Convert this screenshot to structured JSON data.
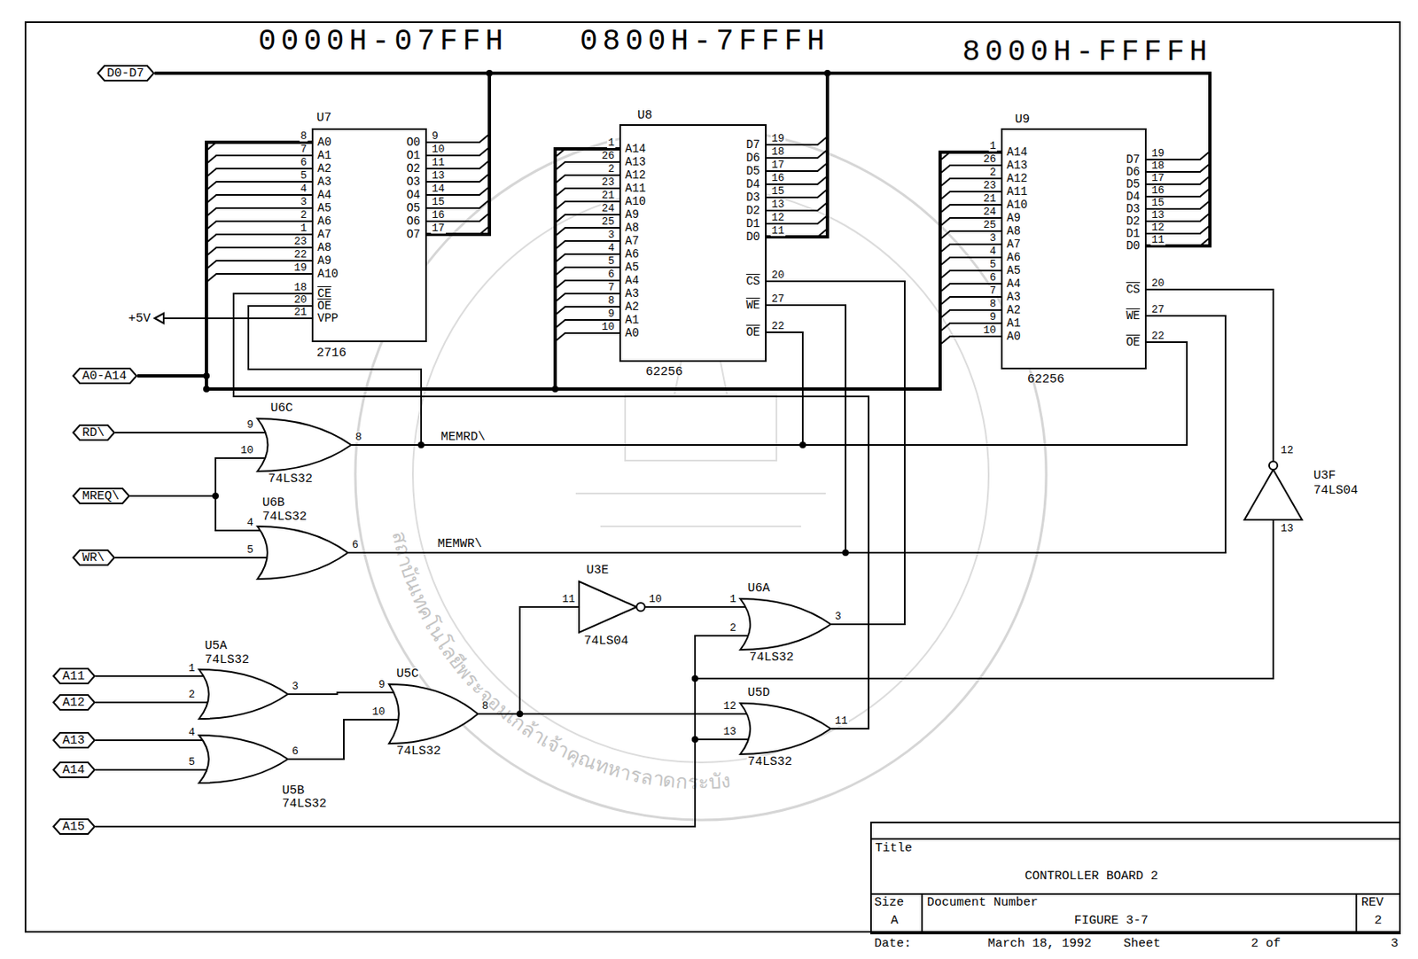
{
  "diagram": {
    "nodes": [
      {
        "text": [
          "D0-D7"
        ]
      },
      {
        "text": [
          "U7",
          "A0",
          "A1",
          "A2",
          "A3",
          "A4",
          "A5",
          "A6",
          "A7",
          "A8",
          "A9",
          "A10",
          "CE",
          "OE",
          "VPP",
          "O0",
          "O1",
          "O2",
          "O3",
          "O4",
          "O5",
          "O6",
          "O7",
          "2716"
        ]
      },
      {
        "text": [
          "U8",
          "A14",
          "A13",
          "A12",
          "A11",
          "A10",
          "A9",
          "A8",
          "A7",
          "A6",
          "A5",
          "A4",
          "A3",
          "A2",
          "A1",
          "A0",
          "D7",
          "D6",
          "D5",
          "D4",
          "D3",
          "D2",
          "D1",
          "D0",
          "CS",
          "WE",
          "OE",
          "62256"
        ]
      },
      {
        "text": [
          "U9",
          "A14",
          "A13",
          "A12",
          "A11",
          "A10",
          "A9",
          "A8",
          "A7",
          "A6",
          "A5",
          "A4",
          "A3",
          "A2",
          "A1",
          "A0",
          "D7",
          "D6",
          "D5",
          "D4",
          "D3",
          "D2",
          "D1",
          "D0",
          "CS",
          "WE",
          "OE",
          "62256"
        ]
      },
      {
        "text": [
          "A0-A14"
        ]
      },
      {
        "text": [
          "RD\\"
        ]
      },
      {
        "text": [
          "U6C",
          "74LS32"
        ]
      },
      {
        "text": [
          "MREQ\\"
        ]
      },
      {
        "text": [
          "U6B",
          "74LS32"
        ]
      },
      {
        "text": [
          "WR\\"
        ]
      },
      {
        "text": [
          "A11"
        ]
      },
      {
        "text": [
          "A12"
        ]
      },
      {
        "text": [
          "U5A",
          "74LS32"
        ]
      },
      {
        "text": [
          "U3E",
          "74LS04"
        ]
      },
      {
        "text": [
          "U6A",
          "74LS32"
        ]
      },
      {
        "text": [
          "U5C",
          "74LS32"
        ]
      },
      {
        "text": [
          "A13"
        ]
      },
      {
        "text": [
          "A14"
        ]
      },
      {
        "text": [
          "U5B",
          "74LS32"
        ]
      },
      {
        "text": [
          "U5D",
          "74LS32"
        ]
      },
      {
        "text": [
          "U3F",
          "74LS04"
        ]
      },
      {
        "text": [
          "A15"
        ]
      }
    ],
    "edges": [
      {
        "from": 0,
        "to": 1,
        "arrow": "none"
      },
      {
        "from": 0,
        "to": 2,
        "arrow": "none"
      },
      {
        "from": 0,
        "to": 3,
        "arrow": "none"
      },
      {
        "from": 4,
        "to": 1,
        "arrow": "none"
      },
      {
        "from": 4,
        "to": 2,
        "arrow": "none"
      },
      {
        "from": 4,
        "to": 3,
        "arrow": "none"
      },
      {
        "from": 5,
        "to": 6,
        "arrow": "none"
      },
      {
        "from": 7,
        "to": 6,
        "arrow": "none"
      },
      {
        "from": 7,
        "to": 8,
        "arrow": "none"
      },
      {
        "from": 9,
        "to": 8,
        "arrow": "none"
      },
      {
        "from": 6,
        "to": 1,
        "arrow": "none"
      },
      {
        "from": 6,
        "to": 2,
        "arrow": "none"
      },
      {
        "from": 6,
        "to": 3,
        "arrow": "none"
      },
      {
        "from": 8,
        "to": 2,
        "arrow": "none"
      },
      {
        "from": 8,
        "to": 3,
        "arrow": "none"
      },
      {
        "from": 10,
        "to": 12,
        "arrow": "none"
      },
      {
        "from": 11,
        "to": 12,
        "arrow": "none"
      },
      {
        "from": 16,
        "to": 18,
        "arrow": "none"
      },
      {
        "from": 17,
        "to": 18,
        "arrow": "none"
      },
      {
        "from": 12,
        "to": 15,
        "arrow": "none"
      },
      {
        "from": 18,
        "to": 15,
        "arrow": "none"
      },
      {
        "from": 15,
        "to": 13,
        "arrow": "none"
      },
      {
        "from": 15,
        "to": 19,
        "arrow": "none"
      },
      {
        "from": 13,
        "to": 14,
        "arrow": "none"
      },
      {
        "from": 21,
        "to": 14,
        "arrow": "none"
      },
      {
        "from": 21,
        "to": 19,
        "arrow": "none"
      },
      {
        "from": 21,
        "to": 20,
        "arrow": "none"
      },
      {
        "from": 14,
        "to": 2,
        "arrow": "none"
      },
      {
        "from": 19,
        "to": 1,
        "arrow": "none"
      },
      {
        "from": 20,
        "to": 3,
        "arrow": "none"
      }
    ],
    "labels": [
      "0000H-07FFH",
      "0800H-7FFFH",
      "8000H-FFFFH",
      "8",
      "7",
      "6",
      "5",
      "4",
      "3",
      "2",
      "1",
      "23",
      "22",
      "19",
      "18",
      "20",
      "21",
      "9",
      "10",
      "11",
      "13",
      "14",
      "15",
      "16",
      "17",
      "1",
      "26",
      "2",
      "23",
      "21",
      "24",
      "25",
      "3",
      "4",
      "5",
      "6",
      "7",
      "8",
      "9",
      "10",
      "19",
      "18",
      "17",
      "16",
      "15",
      "13",
      "12",
      "11",
      "20",
      "27",
      "22",
      "1",
      "26",
      "2",
      "23",
      "21",
      "24",
      "25",
      "3",
      "4",
      "5",
      "6",
      "7",
      "8",
      "9",
      "10",
      "19",
      "18",
      "17",
      "16",
      "15",
      "13",
      "12",
      "11",
      "20",
      "27",
      "22",
      "9",
      "10",
      "8",
      "4",
      "5",
      "6",
      "1",
      "2",
      "3",
      "4",
      "5",
      "6",
      "9",
      "10",
      "8",
      "11",
      "10",
      "1",
      "2",
      "3",
      "12",
      "13",
      "11",
      "12",
      "13",
      "MEMRD\\",
      "MEMWR\\",
      "+5V",
      "Title",
      "CONTROLLER BOARD 2",
      "Size",
      "Document Number",
      "REV",
      "A",
      "FIGURE 3-7",
      "2",
      "Date:",
      "March 18, 1992",
      "Sheet",
      "2 of",
      "3",
      "สถาบันเทคโนโลยีพระจอมเกล้าเจ้าคุณทหารลาดกระบัง"
    ]
  }
}
